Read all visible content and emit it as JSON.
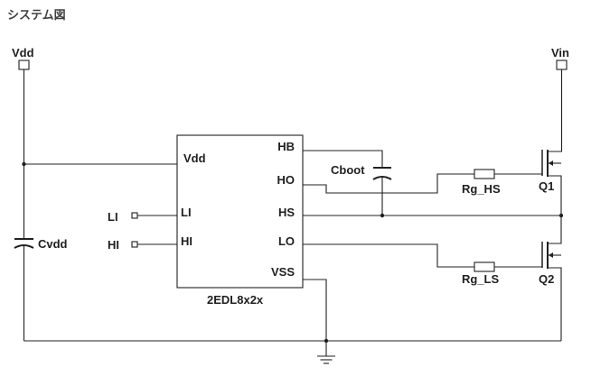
{
  "page": {
    "title": "システム図"
  },
  "diagram": {
    "supplies": {
      "vdd": "Vdd",
      "vin": "Vin"
    },
    "ic": {
      "part_number": "2EDL8x2x",
      "pins_left": {
        "vdd": "Vdd",
        "li": "LI",
        "hi": "HI"
      },
      "pins_right": {
        "hb": "HB",
        "ho": "HO",
        "hs": "HS",
        "lo": "LO",
        "vss": "VSS"
      }
    },
    "inputs": {
      "li": "LI",
      "hi": "HI"
    },
    "capacitors": {
      "cvdd": "Cvdd",
      "cboot": "Cboot"
    },
    "resistors": {
      "rg_hs": "Rg_HS",
      "rg_ls": "Rg_LS"
    },
    "transistors": {
      "q1": "Q1",
      "q2": "Q2"
    }
  }
}
